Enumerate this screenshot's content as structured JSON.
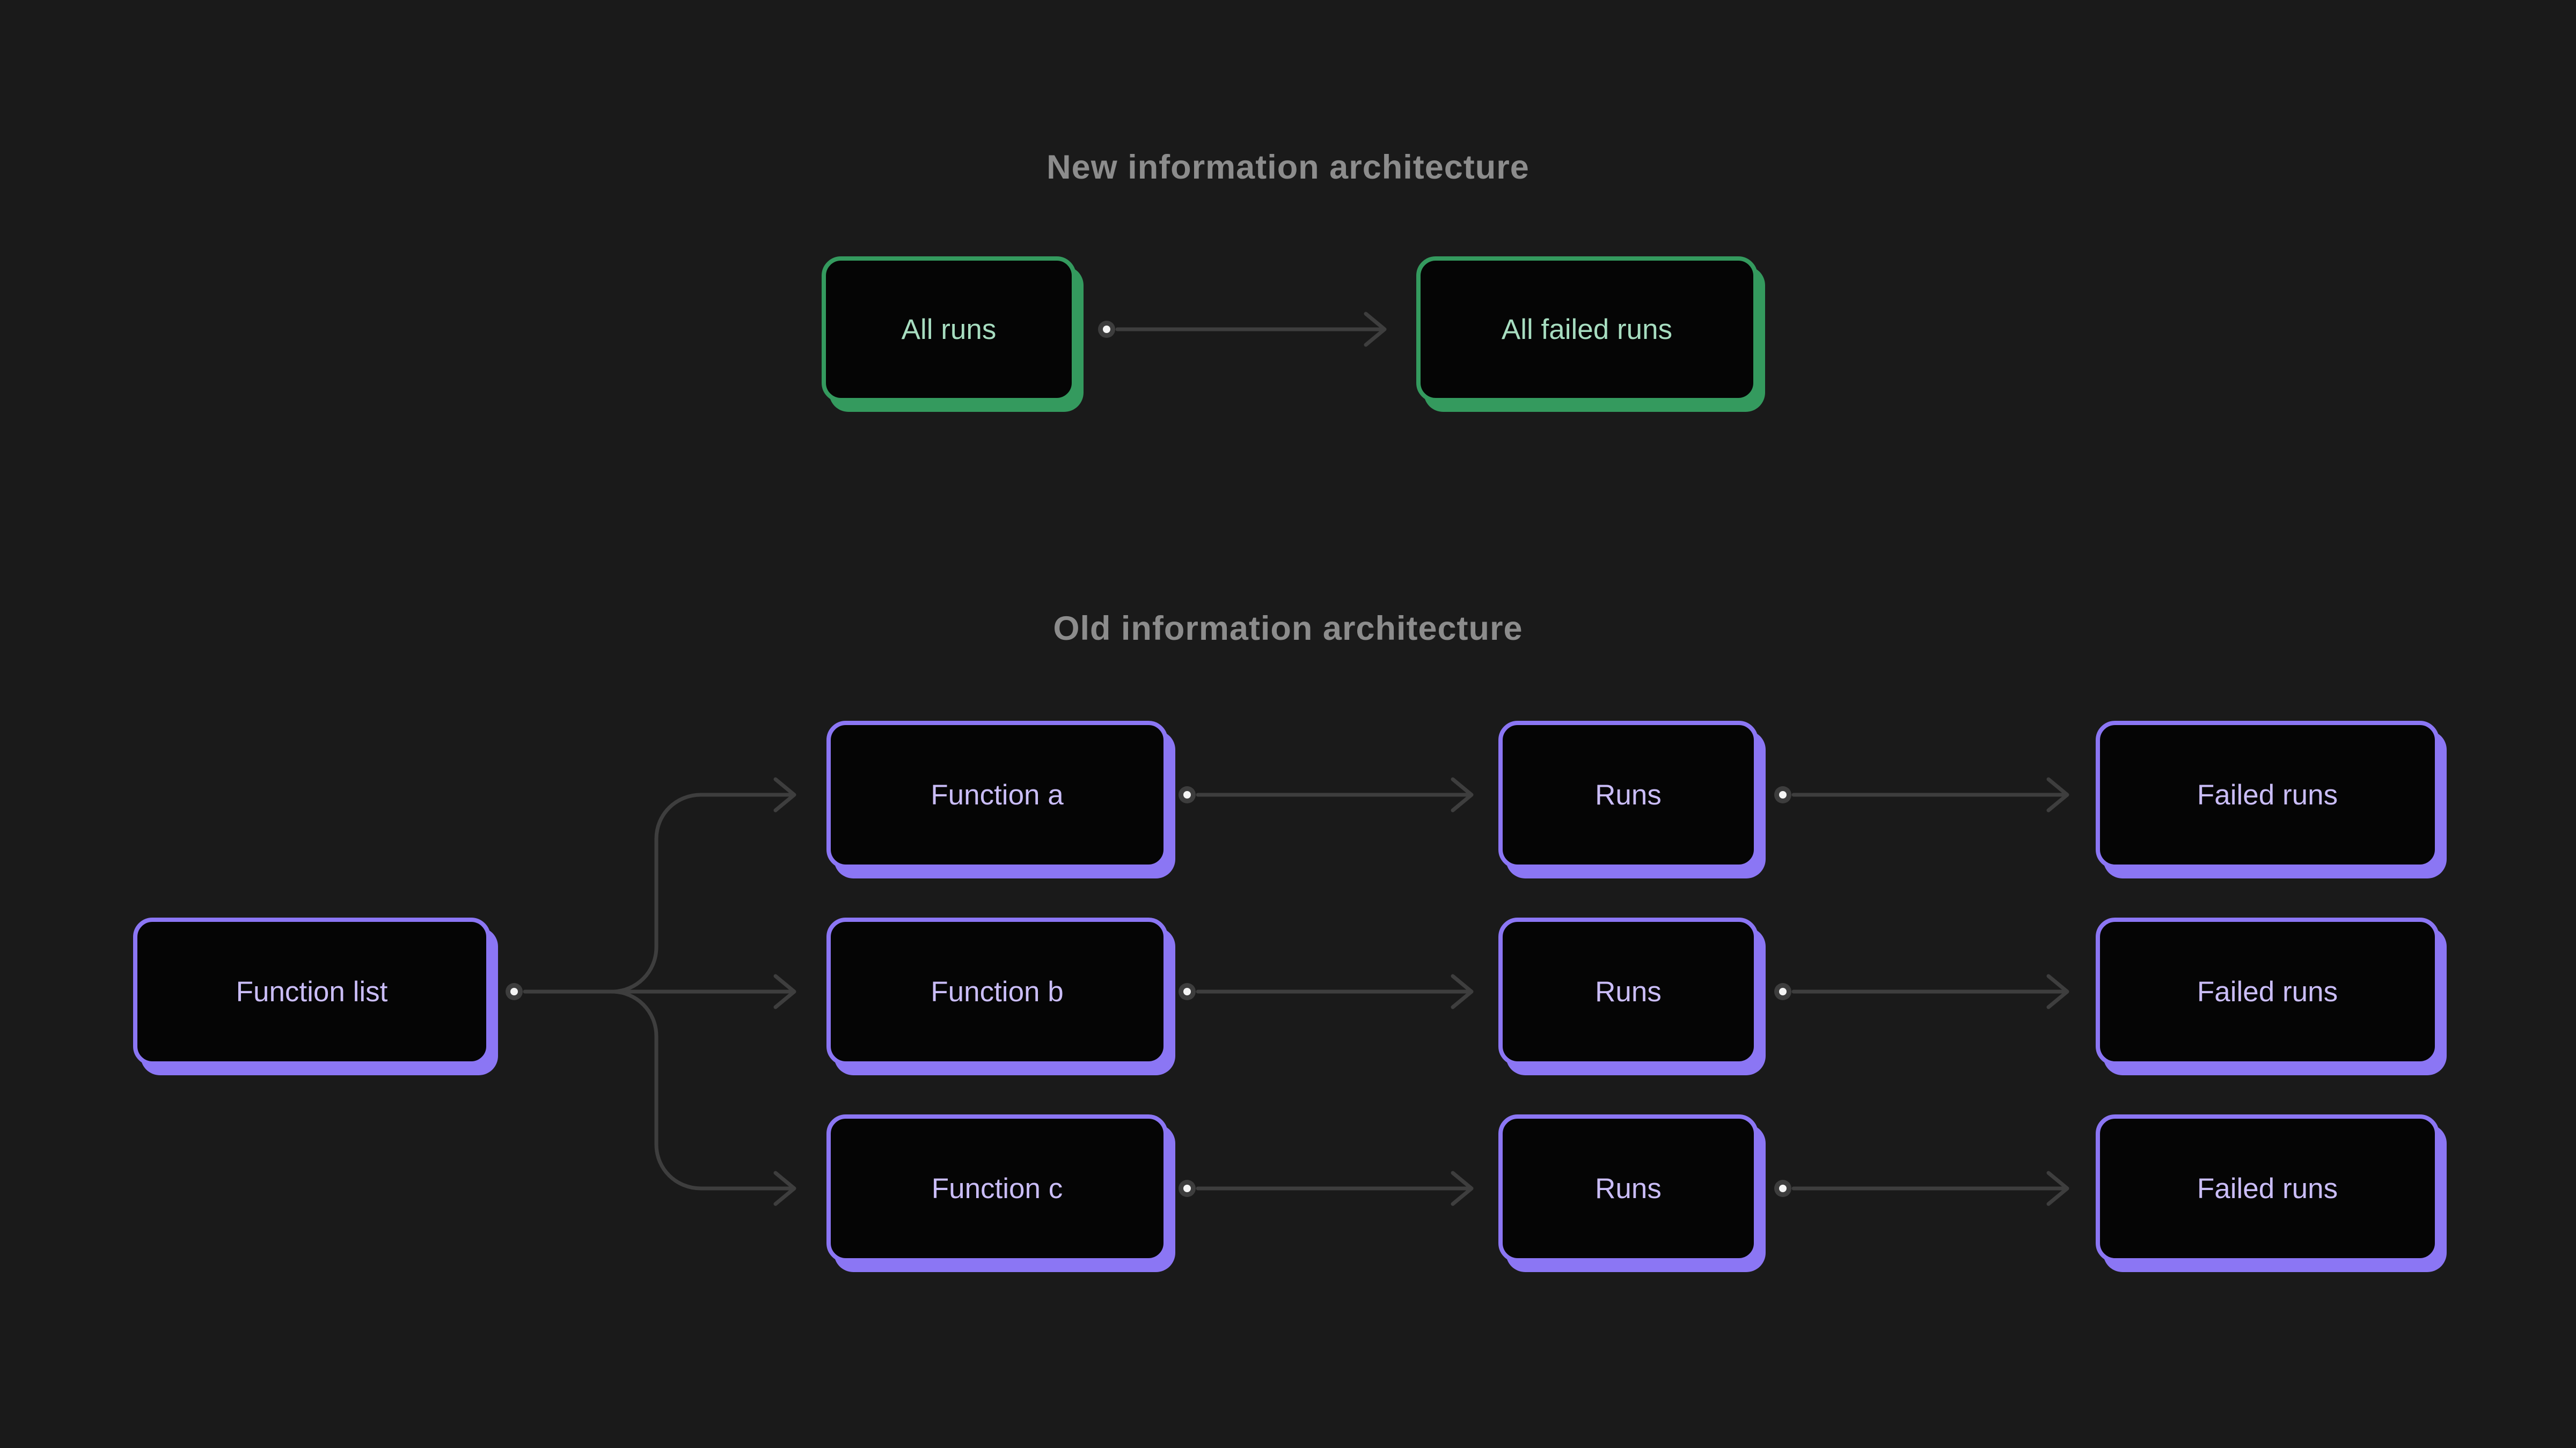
{
  "colors": {
    "background": "#1a1a1a",
    "node_fill": "#050505",
    "green_accent": "#349a5e",
    "green_text": "#a7ddc0",
    "purple_accent": "#8b76f4",
    "purple_text": "#cabdf8",
    "connector_gray": "#3e3e3e",
    "dot_ring": "#3d3d3d",
    "dot_core": "#f5f5f5",
    "title_gray": "#8c8c8c"
  },
  "sections": {
    "new_architecture": {
      "title": "New information architecture",
      "nodes": {
        "all_runs": {
          "label": "All runs"
        },
        "all_failed_runs": {
          "label": "All failed runs"
        }
      }
    },
    "old_architecture": {
      "title": "Old information architecture",
      "root": {
        "label": "Function list"
      },
      "rows": [
        {
          "function": {
            "label": "Function a"
          },
          "runs": {
            "label": "Runs"
          },
          "failed_runs": {
            "label": "Failed runs"
          }
        },
        {
          "function": {
            "label": "Function b"
          },
          "runs": {
            "label": "Runs"
          },
          "failed_runs": {
            "label": "Failed runs"
          }
        },
        {
          "function": {
            "label": "Function c"
          },
          "runs": {
            "label": "Runs"
          },
          "failed_runs": {
            "label": "Failed runs"
          }
        }
      ]
    }
  }
}
